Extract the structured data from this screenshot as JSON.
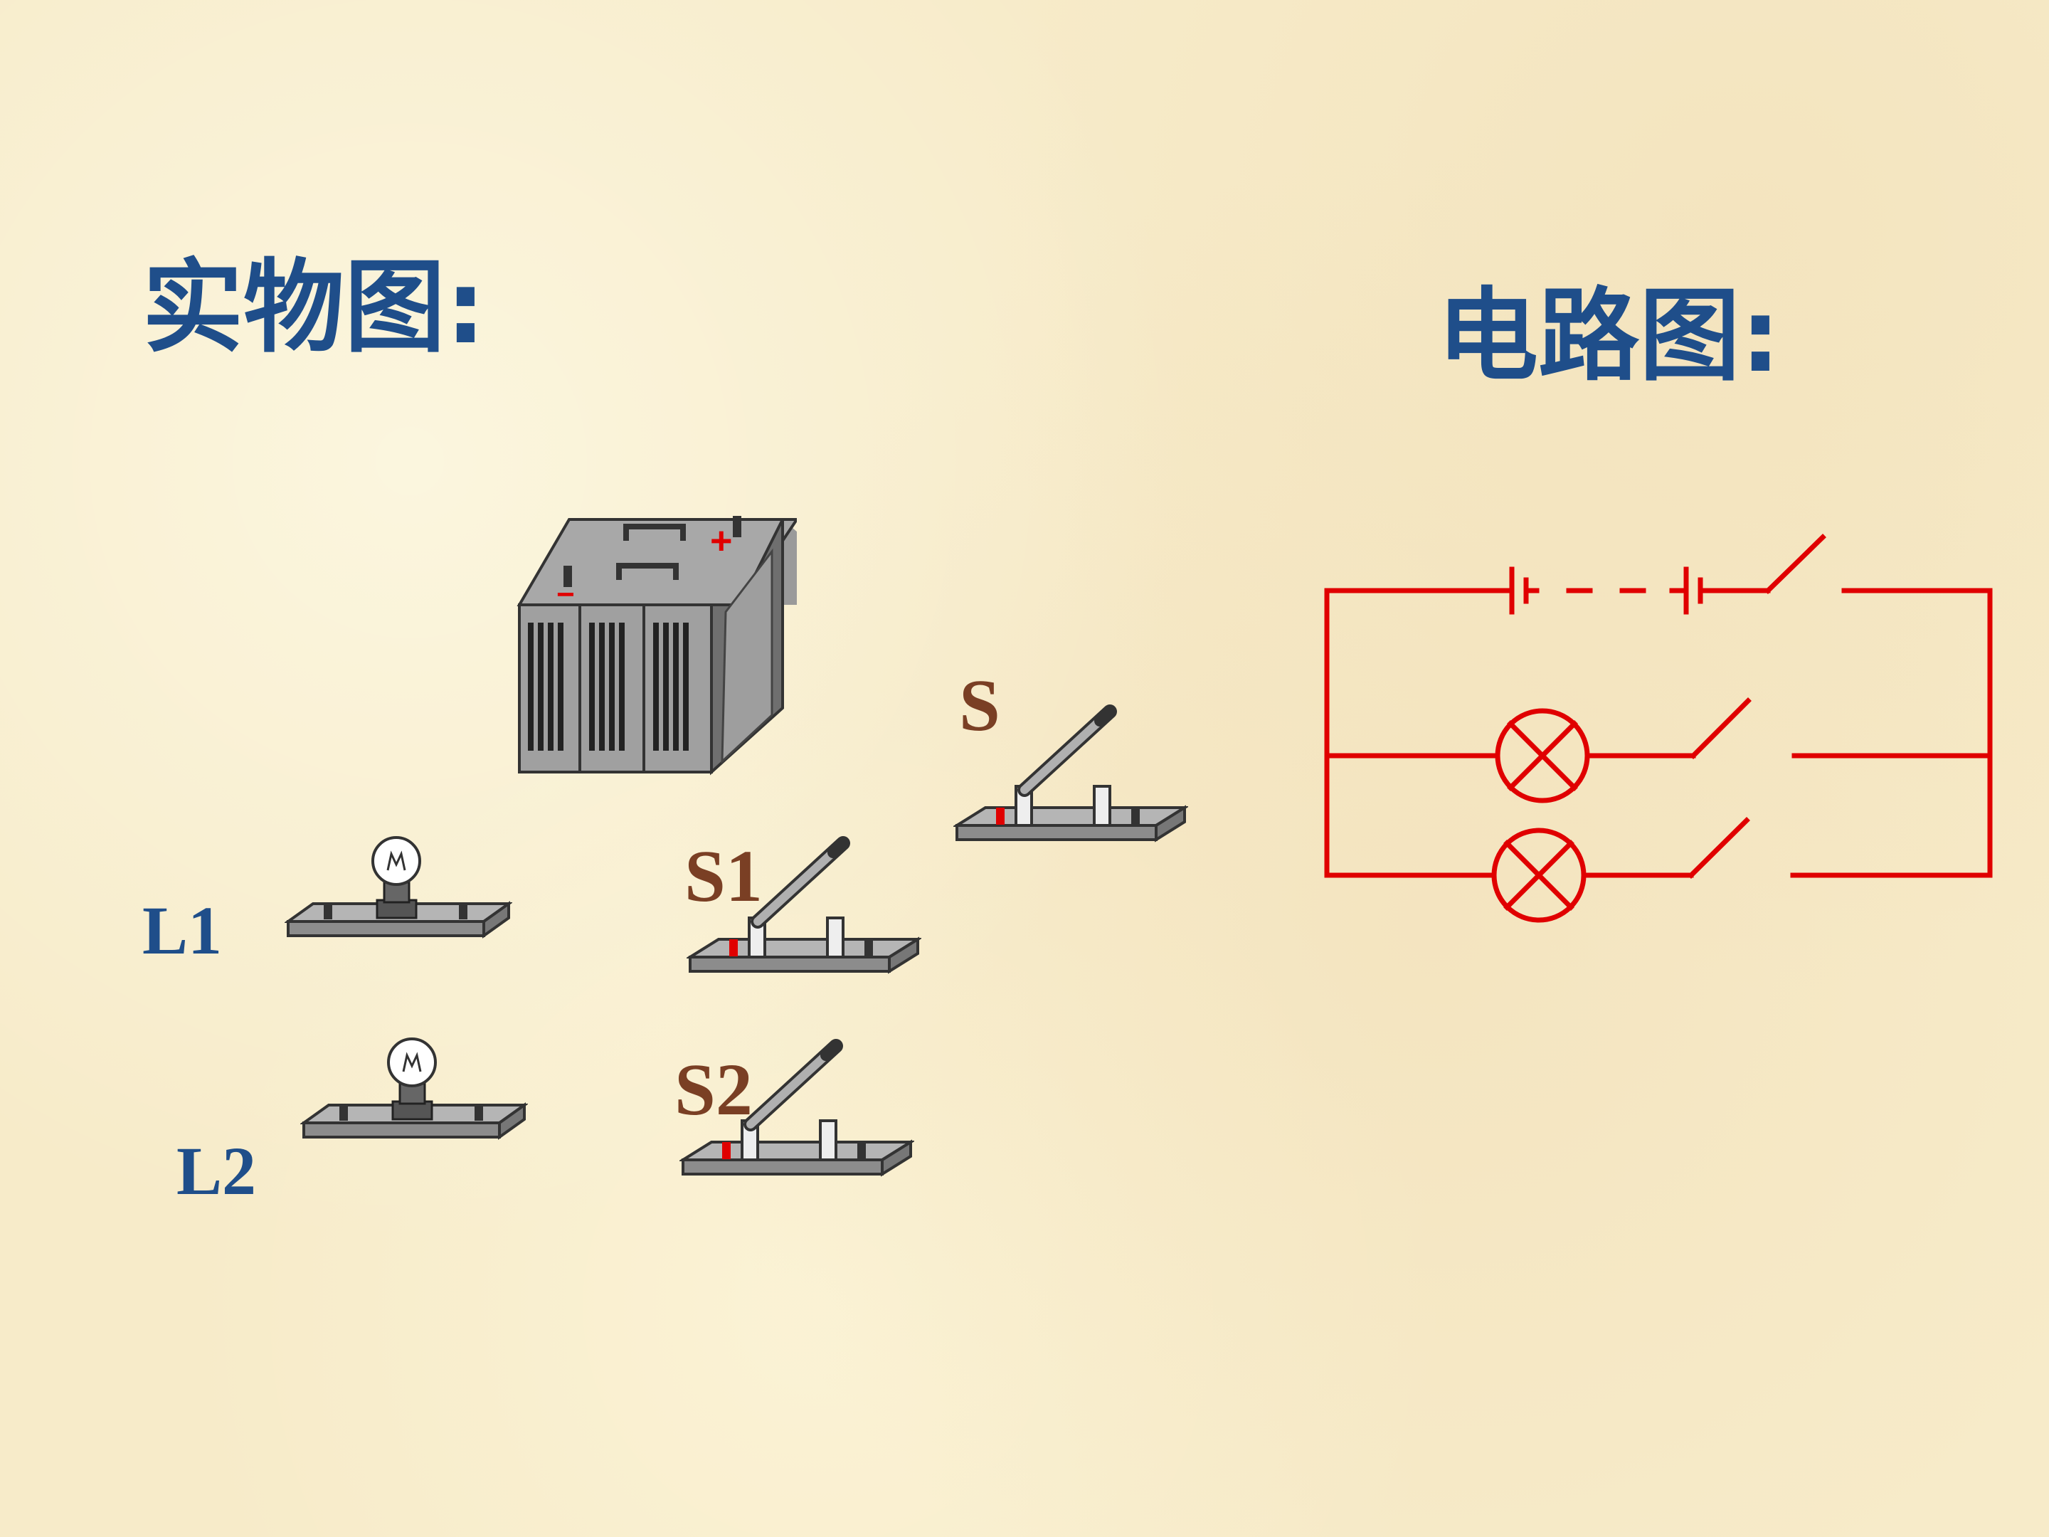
{
  "physical_heading": "实物图:",
  "circuit_heading": "电路图:",
  "labels": {
    "L1": "L1",
    "L2": "L2",
    "S": "S",
    "S1": "S1",
    "S2": "S2"
  },
  "battery_marks": {
    "positive": "+",
    "negative": "−"
  },
  "colors": {
    "heading": "#1f4e8a",
    "lamp_label": "#1f4e8a",
    "switch_label": "#7a3f24",
    "circuit": "#e00000",
    "background": "#f7ebc9"
  }
}
